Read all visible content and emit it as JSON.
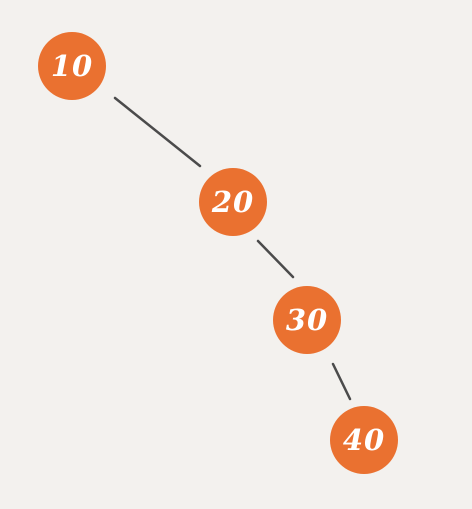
{
  "diagram": {
    "type": "tree",
    "background_color": "#f3f1ee",
    "node_color": "#ea7130",
    "label_color": "#ffffff",
    "edge_color": "#4b4b4b",
    "nodes": [
      {
        "id": "n10",
        "label": "10"
      },
      {
        "id": "n20",
        "label": "20"
      },
      {
        "id": "n30",
        "label": "30"
      },
      {
        "id": "n40",
        "label": "40"
      }
    ],
    "edges": [
      {
        "from": "n10",
        "to": "n20"
      },
      {
        "from": "n20",
        "to": "n30"
      },
      {
        "from": "n30",
        "to": "n40"
      }
    ]
  }
}
